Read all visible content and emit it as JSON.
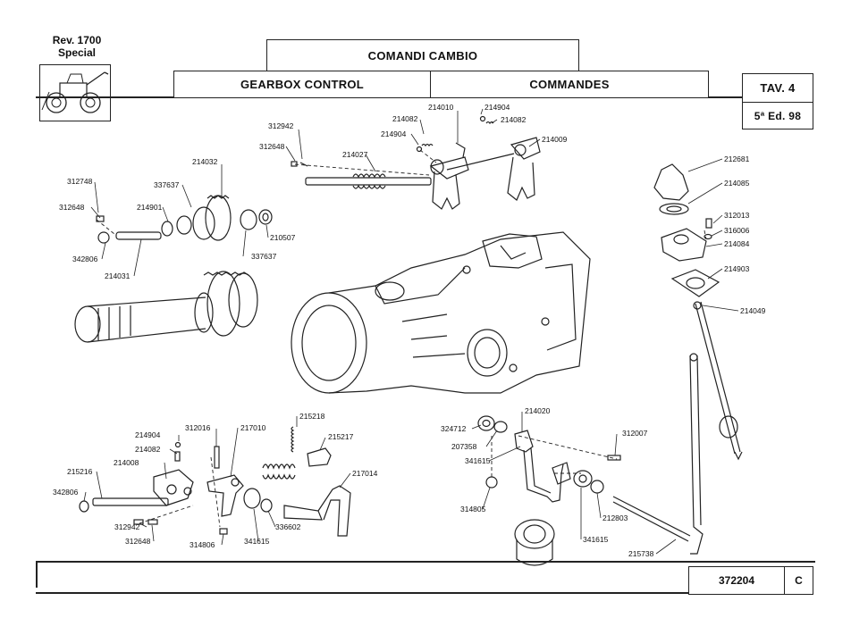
{
  "header": {
    "model_rev": "Rev. 1700",
    "model_name": "Special",
    "title_it": "COMANDI CAMBIO",
    "title_en": "GEARBOX CONTROL",
    "title_fr": "COMMANDES",
    "table_no": "TAV. 4",
    "edition": "5ª Ed. 98"
  },
  "footer": {
    "doc_code": "372204",
    "revision": "C"
  },
  "part_labels": [
    "312942",
    "312648",
    "214027",
    "214082",
    "214904",
    "214010",
    "214904",
    "214082",
    "214009",
    "312748",
    "312648",
    "337637",
    "214032",
    "214901",
    "342806",
    "214031",
    "210507",
    "337637",
    "212681",
    "214085",
    "312013",
    "316006",
    "214084",
    "214903",
    "214049",
    "214904",
    "214082",
    "214008",
    "312016",
    "217010",
    "215218",
    "215217",
    "217014",
    "215216",
    "342806",
    "312942",
    "312648",
    "314806",
    "341615",
    "336602",
    "324712",
    "207358",
    "214020",
    "341615",
    "312007",
    "314805",
    "212803",
    "341615",
    "215738"
  ]
}
